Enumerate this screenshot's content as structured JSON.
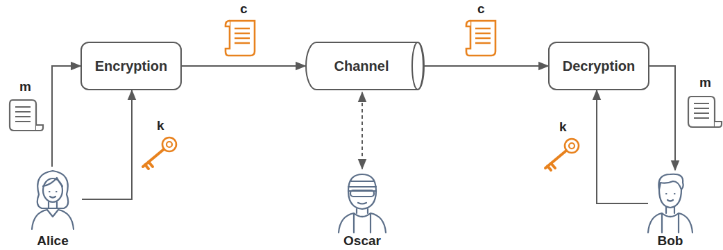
{
  "diagram": {
    "nodes": [
      {
        "text": [
          "Encryption"
        ]
      },
      {
        "text": [
          "Channel"
        ]
      },
      {
        "text": [
          "Decryption"
        ]
      },
      {
        "text": [
          "Alice"
        ]
      },
      {
        "text": [
          "Oscar"
        ]
      },
      {
        "text": [
          "Bob"
        ]
      }
    ],
    "edges": [
      {
        "from": 3,
        "to": 0,
        "label": "m",
        "arrow": "to"
      },
      {
        "from": 3,
        "to": 0,
        "label": "k",
        "arrow": "to"
      },
      {
        "from": 0,
        "to": 1,
        "label": "c",
        "arrow": "to"
      },
      {
        "from": 1,
        "to": 2,
        "label": "c",
        "arrow": "to"
      },
      {
        "from": 4,
        "to": 1,
        "arrow": "both"
      },
      {
        "from": 2,
        "to": 5,
        "label": "m",
        "arrow": "to"
      },
      {
        "from": 5,
        "to": 2,
        "label": "k",
        "arrow": "to"
      }
    ]
  }
}
